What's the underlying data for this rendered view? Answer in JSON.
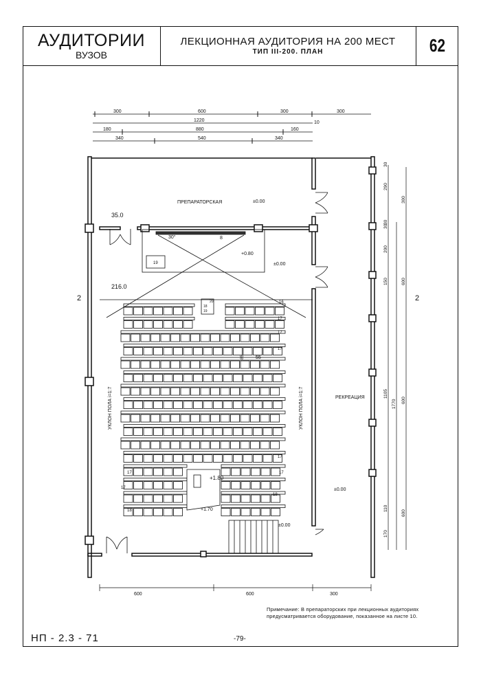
{
  "header": {
    "series_title": "АУДИТОРИИ",
    "series_subtitle": "ВУЗОВ",
    "sheet_title": "ЛЕКЦИОННАЯ АУДИТОРИЯ НА 200 МЕСТ",
    "sheet_subtitle": "ТИП III-200.  ПЛАН",
    "sheet_number": "62"
  },
  "plan": {
    "rooms": {
      "prep": "ПРЕПАРАТОРСКАЯ",
      "recreation": "РЕКРЕАЦИЯ",
      "slope_left": "УКЛОН ПОЛА i=1:7",
      "slope_right": "УКЛОН ПОЛА i=1:7"
    },
    "areas": {
      "prep_area": "35.0",
      "hall_area": "216.0"
    },
    "levels": {
      "prep": "±0.00",
      "stage": "+0.80",
      "corridor": "±0.00",
      "recreation": "±0.00",
      "lectern": "+1.80",
      "bottom": "+1.70",
      "stairs": "±0.00"
    },
    "marks": {
      "angle": "30°",
      "board": "8",
      "table": "19",
      "demo": "20",
      "demo_a": "18",
      "demo_b": "19",
      "row16": "16",
      "row17": "17",
      "row18": "18",
      "lect": "20",
      "seat_depth": "85",
      "seat_width": "55"
    },
    "section": "2",
    "top_dims": {
      "row1": [
        "300",
        "600",
        "300",
        "300"
      ],
      "row2": [
        "1220",
        "10"
      ],
      "row3": [
        "180",
        "880",
        "160"
      ],
      "row4": [
        "340",
        "540",
        "340"
      ]
    },
    "right_dims": {
      "row1": [
        "30",
        "290",
        "30",
        "30",
        "200",
        "150",
        "1105",
        "110",
        "170"
      ],
      "row2": [
        "1770"
      ],
      "row3": [
        "300",
        "600",
        "600",
        "600"
      ]
    },
    "bottom_dims": [
      "600",
      "600",
      "300"
    ]
  },
  "footer": {
    "note_line1": "Примечание: В препараторских при лекционных аудиториях",
    "note_line2": "предусматривается оборудование, показанное на листе 10.",
    "code": "НП - 2.3 - 71",
    "page": "-79-"
  }
}
